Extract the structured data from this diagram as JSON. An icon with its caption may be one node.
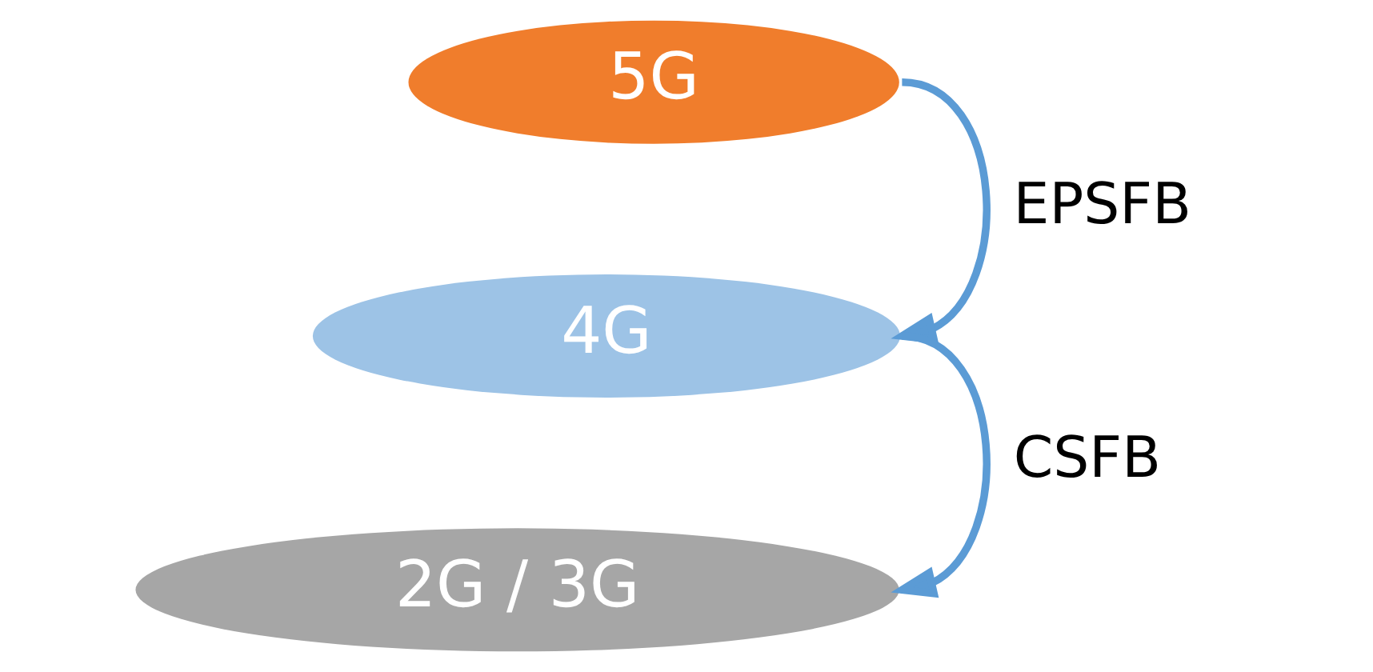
{
  "diagram": {
    "nodes": [
      {
        "text": [
          "5G"
        ]
      },
      {
        "text": [
          "4G"
        ]
      },
      {
        "text": [
          "2G / 3G"
        ]
      }
    ],
    "edges": [
      {
        "from": 0,
        "to": 1,
        "arrow": "to",
        "label": "EPSFB"
      },
      {
        "from": 1,
        "to": 2,
        "arrow": "to",
        "label": "CSFB"
      }
    ]
  }
}
